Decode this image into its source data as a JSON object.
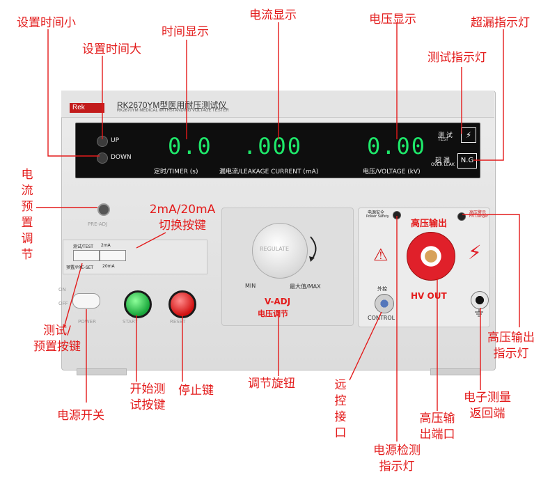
{
  "callouts": {
    "set_time_small": "设置时间小",
    "set_time_large": "设置时间大",
    "time_display": "时间显示",
    "current_display": "电流显示",
    "voltage_display": "电压显示",
    "over_leak_lamp": "超漏指示灯",
    "test_lamp": "测试指示灯",
    "current_preset": [
      "电",
      "流",
      "预",
      "置",
      "调",
      "节"
    ],
    "range_switch": [
      "2mA/20mA",
      "切换按键"
    ],
    "test_preset_key": [
      "测试/",
      "预置按键"
    ],
    "power_switch": "电源开关",
    "start_test_key": [
      "开始测",
      "试按键"
    ],
    "stop_key": "停止键",
    "adjust_knob": "调节旋钮",
    "remote_interface": [
      "远",
      "控",
      "接",
      "口"
    ],
    "power_detect_lamp": [
      "电源检测",
      "指示灯"
    ],
    "hv_output_port": [
      "高压输",
      "出端口"
    ],
    "hv_output_lamp": [
      "高压输出",
      "指示灯"
    ],
    "measure_return": [
      "电子测量",
      "返回端"
    ]
  },
  "device": {
    "brand": "Rek",
    "model_cn": "RK2670YM型医用耐压测试仪",
    "model_en": "RK2670YM MEDICAL WITHSTANDING VOLTAGE TESTER",
    "up_label": "UP",
    "down_label": "DOWN",
    "timer_value": "0.0",
    "timer_label": "定时/TIMER (s)",
    "current_value": ".000",
    "current_label": "漏电流/LEAKAGE CURRENT (mA)",
    "voltage_value": "0.00",
    "voltage_label": "电压/VOLTAGE (kV)",
    "test_label_cn": "测 试",
    "test_label_en": "TEST",
    "test_icon": "⚡",
    "overleak_label_cn": "超 漏",
    "overleak_label_en": "OVER LEAK",
    "ng_label": "N.G",
    "preadj_label": "PRE-ADJ",
    "test_switch_label": "测试/TEST",
    "preset_switch_label": "预置/PRE-SET",
    "range_2ma": "2mA",
    "range_20ma": "20mA",
    "on_label": "ON",
    "off_label": "OFF",
    "power_label": "POWER",
    "start_label": "START",
    "reset_label": "RESET",
    "regulate_label": "REGULATE",
    "min_label": "MIN",
    "max_label": "最大值/MAX",
    "vadj_label": "V-ADJ",
    "vadj_cn": "电压调节",
    "power_safety_cn": "电源安全",
    "power_safety_en": "Power Safety",
    "hv_output_cn": "高压输出",
    "hv_danger_cn": "高压警示",
    "hv_danger_en": "HV Danger",
    "hv_out_label": "HV OUT",
    "remote_cn": "外控",
    "control_label": "CONTROL",
    "warn_triangle": "⚠",
    "hv_bolt": "⚡"
  }
}
